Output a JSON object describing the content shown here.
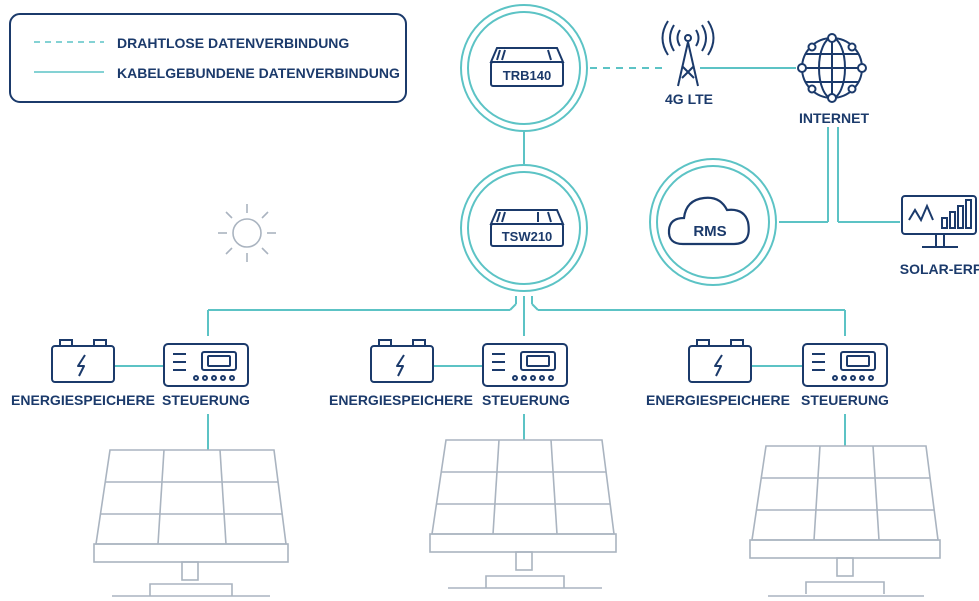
{
  "legend": {
    "wireless_label": "DRAHTLOSE DATENVERBINDUNG",
    "wired_label": "KABELGEBUNDENE DATENVERBINDUNG"
  },
  "nodes": {
    "router_label": "TRB140",
    "switch_label": "TSW210",
    "lte_label": "4G LTE",
    "internet_label": "INTERNET",
    "rms_label": "RMS",
    "erp_label": "SOLAR-ERP"
  },
  "groups": [
    {
      "storage_label": "ENERGIESPEICHERE",
      "controller_label": "STEUERUNG"
    },
    {
      "storage_label": "ENERGIESPEICHERE",
      "controller_label": "STEUERUNG"
    },
    {
      "storage_label": "ENERGIESPEICHERE",
      "controller_label": "STEUERUNG"
    }
  ],
  "colors": {
    "navy": "#1b3a6b",
    "teal": "#5cc3c5",
    "light_gray": "#aab4c0"
  },
  "icons": [
    "sun-icon",
    "globe-icon",
    "cell-tower-icon",
    "cloud-icon",
    "monitor-chart-icon",
    "battery-icon",
    "controller-icon",
    "solar-panel-icon"
  ]
}
